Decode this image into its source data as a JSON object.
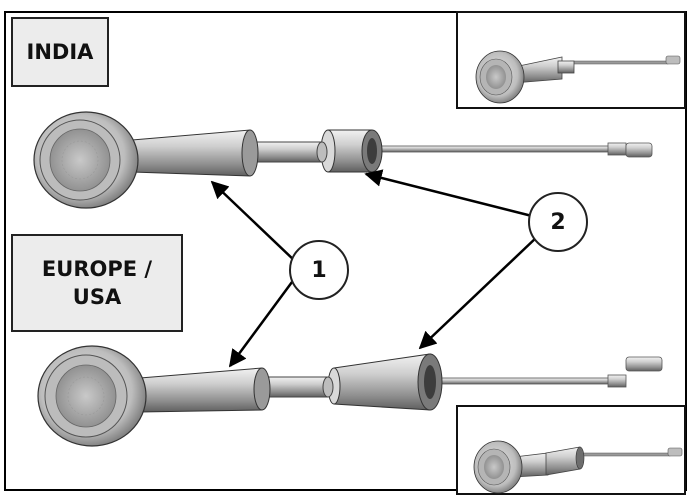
{
  "labels": {
    "india": "INDIA",
    "europe_usa": "EUROPE /\nUSA"
  },
  "callouts": {
    "one": "1",
    "two": "2"
  },
  "colors": {
    "part_light": "#d4d4d4",
    "part_mid": "#a9a9a9",
    "part_dark": "#6f6f6f",
    "label_bg": "#ececec"
  }
}
